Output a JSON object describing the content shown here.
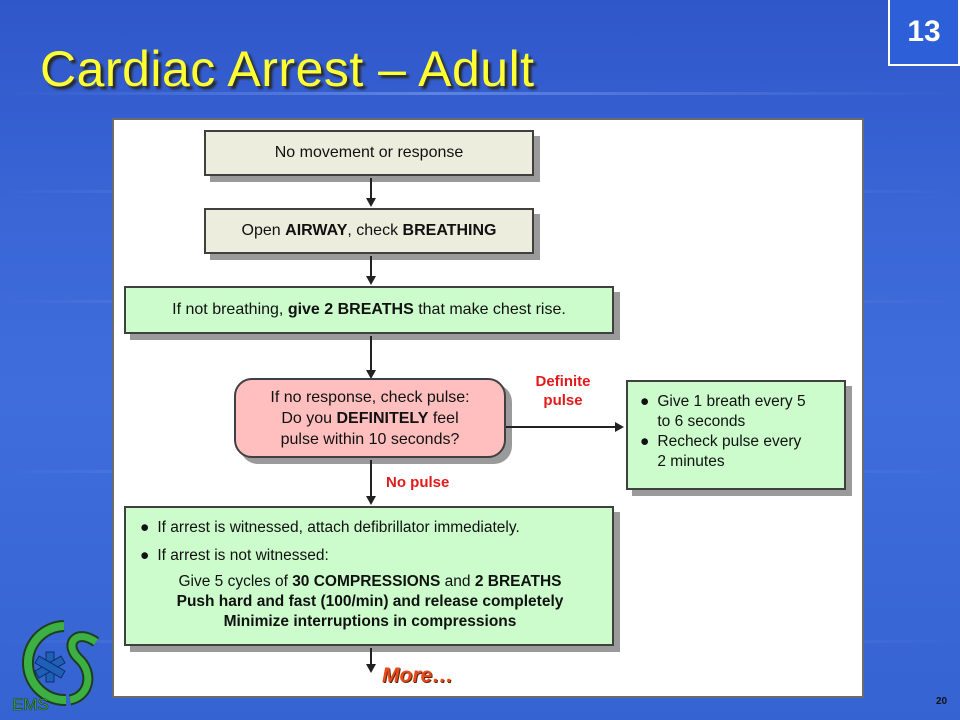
{
  "slide": {
    "title": "Cardiac Arrest – Adult",
    "badge_number": "13",
    "page_number": "20"
  },
  "logo": {
    "text": "EMS",
    "colors": {
      "green": "#3cb043",
      "blue": "#1e5fb8",
      "dark": "#1f3d1f"
    }
  },
  "flowchart": {
    "step1": "No movement or response",
    "step2": {
      "pre": "Open ",
      "airway": "AIRWAY",
      "mid": ", check ",
      "breathing": "BREATHING"
    },
    "step3": {
      "pre": "If not breathing, ",
      "bold": "give 2 BREATHS",
      "post": " that make chest rise."
    },
    "step4": {
      "line1": "If no response, check pulse:",
      "line2_pre": "Do you ",
      "line2_bold": "DEFINITELY",
      "line2_post": " feel",
      "line3": "pulse within 10 seconds?"
    },
    "label_definite_1": "Definite",
    "label_definite_2": "pulse",
    "label_no_pulse": "No pulse",
    "pulse_box": {
      "bullet": "●",
      "item1_line1": "Give 1 breath every 5",
      "item1_line2": "to 6 seconds",
      "item2_line1": "Recheck pulse every",
      "item2_line2": "2 minutes"
    },
    "step5": {
      "bullet": "●",
      "item1": "If arrest is witnessed, attach defibrillator immediately.",
      "item2": "If arrest is not witnessed:",
      "line3_pre": "Give 5 cycles of ",
      "line3_bold1": "30 COMPRESSIONS",
      "line3_mid": " and ",
      "line3_bold2": "2 BREATHS",
      "line4": "Push hard and fast (100/min) and release completely",
      "line5": "Minimize interruptions in compressions"
    },
    "more": "More…"
  },
  "colors": {
    "title": "#ffff33",
    "gray_box": "#ededde",
    "green_box": "#ccfccc",
    "pink_box": "#ffbfbf",
    "red_label": "#e11b1b",
    "more": "#e84a1a"
  }
}
